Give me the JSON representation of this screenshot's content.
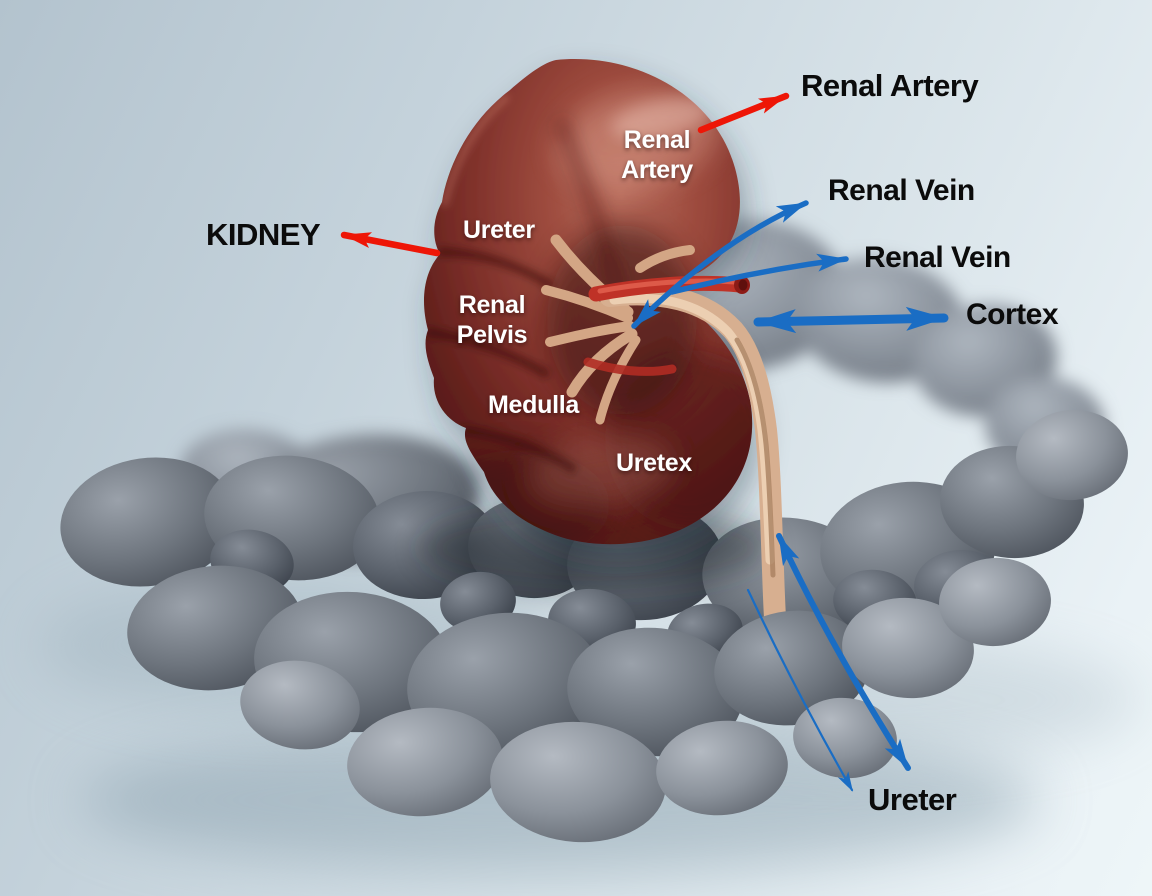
{
  "labels": {
    "external": [
      {
        "name": "renal-artery",
        "text": "Renal Artery",
        "color": "black",
        "arrow": "red"
      },
      {
        "name": "renal-vein-upper",
        "text": "Renal Vein",
        "color": "black",
        "arrow": "blue"
      },
      {
        "name": "renal-vein-lower",
        "text": "Renal Vein",
        "color": "black",
        "arrow": "blue"
      },
      {
        "name": "cortex",
        "text": "Cortex",
        "color": "black",
        "arrow": "blue-double"
      },
      {
        "name": "kidney",
        "text": "KIDNEY",
        "color": "black",
        "arrow": "red"
      },
      {
        "name": "ureter",
        "text": "Ureter",
        "color": "black",
        "arrow": "blue-double"
      }
    ],
    "on_kidney": [
      {
        "name": "renal-artery",
        "line1": "Renal",
        "line2": "Artery"
      },
      {
        "name": "ureter",
        "text": "Ureter"
      },
      {
        "name": "renal-pelvis",
        "line1": "Renal",
        "line2": "Pelvis"
      },
      {
        "name": "medulla",
        "text": "Medulla"
      },
      {
        "name": "uretex",
        "text": "Uretex"
      }
    ]
  },
  "colors": {
    "arrow_red": "#ee1607",
    "arrow_blue": "#1a6dc4",
    "label_black": "#0b0b0b",
    "label_white": "#ffffff",
    "kidney_red": "#7e302a",
    "stone_gray": "#6e747d",
    "vessel_tan": "#d7af90",
    "background_top": "#b7c6d1",
    "background_bottom": "#e9f1f5"
  }
}
